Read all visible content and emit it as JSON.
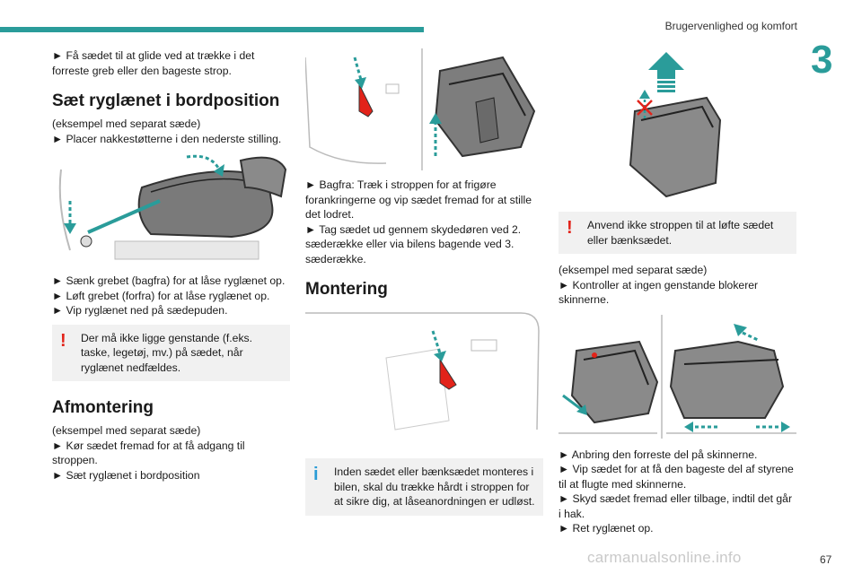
{
  "header": {
    "section": "Brugervenlighed og komfort",
    "chapter": "3",
    "page": "67"
  },
  "col1": {
    "p_intro": "► Få sædet til at glide ved at trække i det forreste greb eller den bageste strop.",
    "heading1": "Sæt ryglænet i bordposition",
    "p1a": "(eksempel med separat sæde)",
    "p1b": "► Placer nakkestøtterne i den nederste stilling.",
    "p2a": "► Sænk grebet (bagfra) for at låse ryglænet op.",
    "p2b": "► Løft grebet (forfra) for at låse ryglænet op.",
    "p2c": "► Vip ryglænet ned på sædepuden.",
    "warning": "Der må ikke ligge genstande (f.eks. taske, legetøj, mv.) på sædet, når ryglænet nedfældes.",
    "heading2": "Afmontering",
    "p3a": "(eksempel med separat sæde)",
    "p3b": "► Kør sædet fremad for at få adgang til stroppen.",
    "p3c": "► Sæt ryglænet i bordposition"
  },
  "col2": {
    "p1": "► Bagfra: Træk i stroppen for at frigøre forankringerne og vip sædet fremad for at stille det lodret.",
    "p2": "► Tag sædet ud gennem skydedøren ved 2. sæderække eller via bilens bagende ved 3. sæderække.",
    "heading": "Montering",
    "info": "Inden sædet eller bænksædet monteres i bilen, skal du trække hårdt i stroppen for at sikre dig, at låseanordningen er udløst."
  },
  "col3": {
    "warning": "Anvend ikke stroppen til at løfte sædet eller bænksædet.",
    "p1a": "(eksempel med separat sæde)",
    "p1b": "► Kontroller at ingen genstande blokerer skinnerne.",
    "p2a": "► Anbring den forreste del på skinnerne.",
    "p2b": "► Vip sædet for at få den bageste del af styrene til at flugte med skinnerne.",
    "p2c": "► Skyd sædet fremad eller tilbage, indtil det går i hak.",
    "p2d": "► Ret ryglænet op."
  },
  "watermark": "carmanualsonline.info",
  "colors": {
    "accent": "#2a9c9a",
    "warning": "#e2231a",
    "info": "#2a9cd6",
    "note_bg": "#f1f1f1"
  }
}
